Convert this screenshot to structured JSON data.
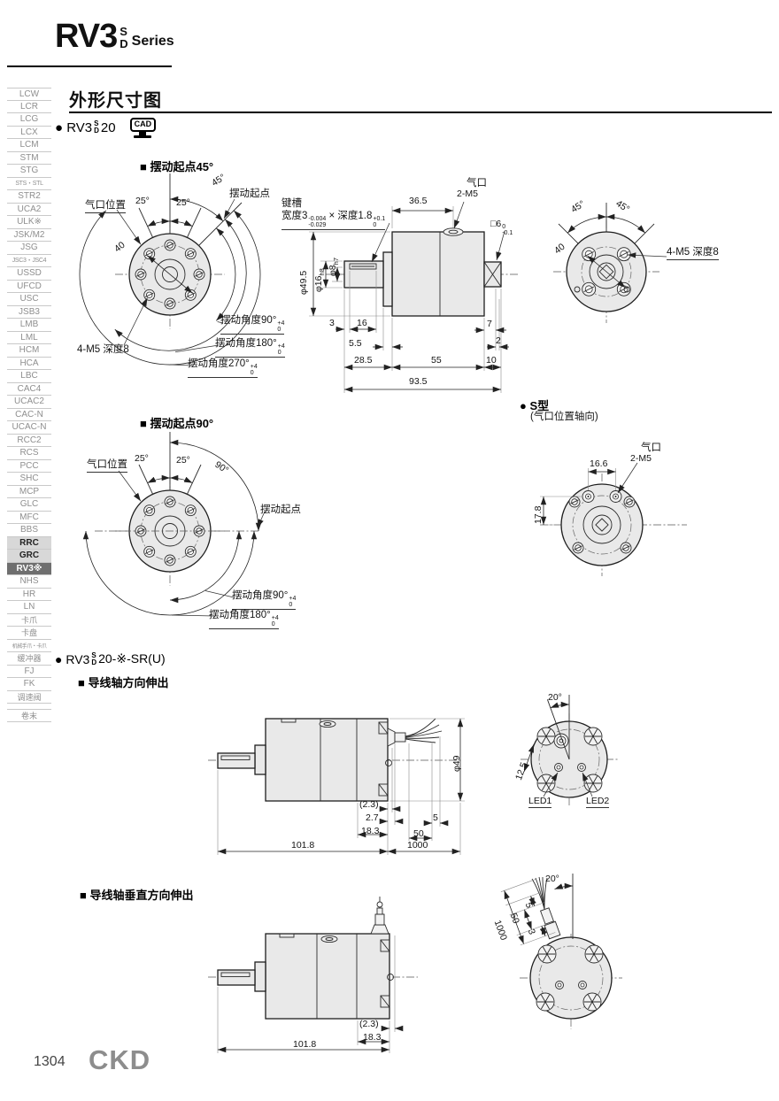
{
  "header": {
    "model": "RV3",
    "sup": "S",
    "sub": "D",
    "series": "Series"
  },
  "sidebar": {
    "items": [
      {
        "label": "LCW",
        "kind": "n"
      },
      {
        "label": "LCR",
        "kind": "n"
      },
      {
        "label": "LCG",
        "kind": "n"
      },
      {
        "label": "LCX",
        "kind": "n"
      },
      {
        "label": "LCM",
        "kind": "n"
      },
      {
        "label": "STM",
        "kind": "n"
      },
      {
        "label": "STG",
        "kind": "n"
      },
      {
        "label": "STS・STL",
        "kind": "s"
      },
      {
        "label": "STR2",
        "kind": "n"
      },
      {
        "label": "UCA2",
        "kind": "n"
      },
      {
        "label": "ULK※",
        "kind": "n"
      },
      {
        "label": "JSK/M2",
        "kind": "n"
      },
      {
        "label": "JSG",
        "kind": "n"
      },
      {
        "label": "JSC3・JSC4",
        "kind": "s"
      },
      {
        "label": "USSD",
        "kind": "n"
      },
      {
        "label": "UFCD",
        "kind": "n"
      },
      {
        "label": "USC",
        "kind": "n"
      },
      {
        "label": "JSB3",
        "kind": "n"
      },
      {
        "label": "LMB",
        "kind": "n"
      },
      {
        "label": "LML",
        "kind": "n"
      },
      {
        "label": "HCM",
        "kind": "n"
      },
      {
        "label": "HCA",
        "kind": "n"
      },
      {
        "label": "LBC",
        "kind": "n"
      },
      {
        "label": "CAC4",
        "kind": "n"
      },
      {
        "label": "UCAC2",
        "kind": "n"
      },
      {
        "label": "CAC-N",
        "kind": "n"
      },
      {
        "label": "UCAC-N",
        "kind": "n"
      },
      {
        "label": "RCC2",
        "kind": "n"
      },
      {
        "label": "RCS",
        "kind": "n"
      },
      {
        "label": "PCC",
        "kind": "n"
      },
      {
        "label": "SHC",
        "kind": "n"
      },
      {
        "label": "MCP",
        "kind": "n"
      },
      {
        "label": "GLC",
        "kind": "n"
      },
      {
        "label": "MFC",
        "kind": "n"
      },
      {
        "label": "BBS",
        "kind": "n"
      },
      {
        "label": "RRC",
        "kind": "hl"
      },
      {
        "label": "GRC",
        "kind": "hl"
      },
      {
        "label": "RV3※",
        "kind": "act"
      },
      {
        "label": "NHS",
        "kind": "n"
      },
      {
        "label": "HR",
        "kind": "n"
      },
      {
        "label": "LN",
        "kind": "n"
      },
      {
        "label": "卡爪",
        "kind": "c"
      },
      {
        "label": "卡盘",
        "kind": "c"
      },
      {
        "label": "机械手爪・卡爪",
        "kind": "t"
      },
      {
        "label": "缓冲器",
        "kind": "c"
      },
      {
        "label": "FJ",
        "kind": "n"
      },
      {
        "label": "FK",
        "kind": "n"
      },
      {
        "label": "调速阀",
        "kind": "c"
      }
    ],
    "footer_item": "卷末"
  },
  "main": {
    "title": "外形尺寸图",
    "tol": {
      "top": "+4",
      "bot": "0"
    },
    "model1": {
      "pre": "● RV3",
      "sup": "S",
      "sub": "D",
      "post": "20",
      "cad": "CAD"
    },
    "sec45": {
      "heading": "■ 摆动起点45°",
      "port": "气口位置",
      "a25l": "25°",
      "a25r": "25°",
      "a45": "45°",
      "origin": "摆动起点",
      "d40": "40",
      "m5": "4-M5 深度8",
      "ang90": "摆动角度90°",
      "ang180": "摆动角度180°",
      "ang270": "摆动角度270°"
    },
    "side": {
      "keyway": "键槽",
      "kw1": "宽度3",
      "kw1t": "-0.004",
      "kw1b": "-0.029",
      "kw2": "× 深度1.8",
      "kw2t": "+0.1",
      "kw2b": "0",
      "d365": "36.5",
      "port1": "气口",
      "port2": "2-M5",
      "sq": "□6",
      "sqt": "0",
      "sqb": "-0.1",
      "dia495": "φ49.5",
      "dia16": "φ16",
      "dia16s": "h8",
      "dia8": "φ8",
      "dia8s": "h7",
      "d3": "3",
      "d16": "16",
      "d55": "5.5",
      "d7": "7",
      "d2": "2",
      "d285": "28.5",
      "d55w": "55",
      "d10": "10",
      "d935": "93.5"
    },
    "face45": {
      "a45l": "45°",
      "a45r": "45°",
      "d40": "40",
      "m5": "4-M5 深度8"
    },
    "sec90": {
      "heading": "■ 摆动起点90°",
      "port": "气口位置",
      "a25l": "25°",
      "a25r": "25°",
      "a90": "90°",
      "origin": "摆动起点",
      "ang90": "摆动角度90°",
      "ang180": "摆动角度180°"
    },
    "stype": {
      "title": "● S型",
      "subtitle": "(气口位置轴向)",
      "d166": "16.6",
      "port1": "气口",
      "port2": "2-M5",
      "d178": "17.8"
    },
    "sr": {
      "pre": "● RV3",
      "sup": "S",
      "sub": "D",
      "post": "20-※-SR(U)",
      "lead_axial": "■ 导线轴方向伸出",
      "lead_perp": "■ 导线轴垂直方向伸出",
      "dia49": "φ49",
      "d23": "(2.3)",
      "d27": "2.7",
      "d183": "18.3",
      "d5": "5",
      "d50": "50",
      "d1018": "101.8",
      "d1000": "1000",
      "a20": "20°",
      "d125": "12.5",
      "led1": "LED1",
      "led2": "LED2"
    },
    "perp": {
      "d23": "(2.3)",
      "d183": "18.3",
      "d1018": "101.8",
      "a20": "20°",
      "c5": "5",
      "c50": "50",
      "c1000": "1000",
      "c3": "3"
    }
  },
  "footer": {
    "page": "1304",
    "logo": "CKD"
  }
}
